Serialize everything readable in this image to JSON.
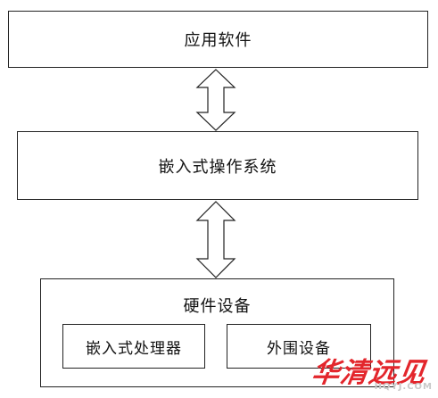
{
  "diagram": {
    "layers": {
      "application": "应用软件",
      "os": "嵌入式操作系统",
      "hardware": {
        "title": "硬件设备",
        "components": [
          "嵌入式处理器",
          "外围设备"
        ]
      }
    },
    "connectors": [
      {
        "between": [
          "应用软件",
          "嵌入式操作系统"
        ],
        "type": "bidirectional-arrow"
      },
      {
        "between": [
          "嵌入式操作系统",
          "硬件设备"
        ],
        "type": "bidirectional-arrow"
      }
    ]
  },
  "watermark": {
    "logo_text": "华清远见",
    "site_text": "HQYJ.COM",
    "color": "#e3262c"
  }
}
